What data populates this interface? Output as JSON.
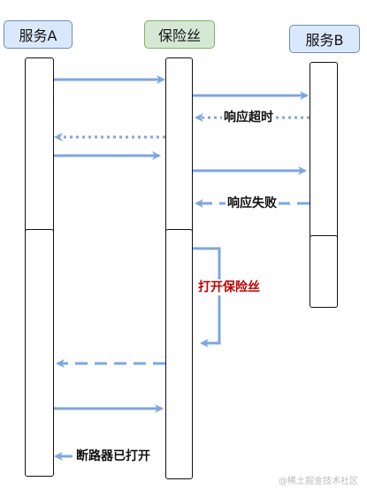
{
  "actors": {
    "service_a": "服务A",
    "fuse": "保险丝",
    "service_b": "服务B"
  },
  "messages": {
    "response_timeout": "响应超时",
    "response_failed": "响应失败",
    "open_fuse": "打开保险丝",
    "breaker_opened": "断路器已打开"
  },
  "watermark": "@稀土掘金技术社区",
  "colors": {
    "arrow": "#7ea6e0",
    "actor_blue_fill": "#dae8fc",
    "actor_green_fill": "#d5e8d4",
    "highlight_text": "#c00000"
  }
}
